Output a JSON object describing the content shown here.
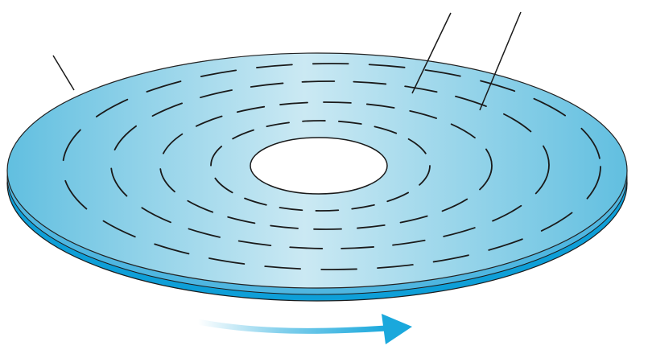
{
  "diagram": {
    "subject": "disk-platter",
    "track_count": 4,
    "rotation_direction": "clockwise-right",
    "leader_line_count": 3,
    "colors": {
      "surface_edge": "#61bfe0",
      "surface_center": "#cbe9f3",
      "side_band": "#0e9fd8",
      "outline": "#222222",
      "hole_fill": "#ffffff",
      "arrow": "#1aa8dc",
      "background": "#ffffff"
    }
  }
}
